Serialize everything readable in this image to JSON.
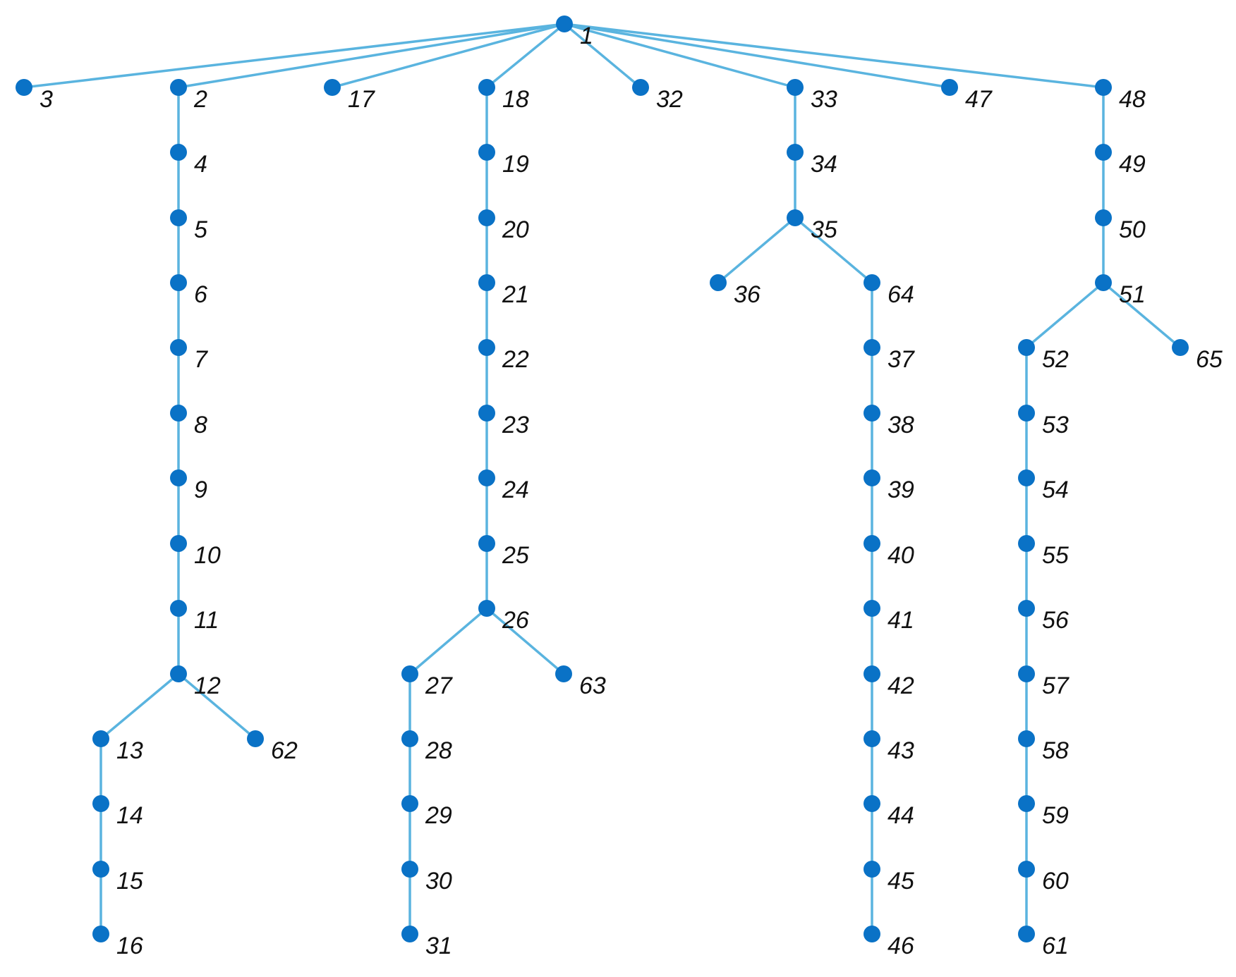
{
  "tree": {
    "root": "1",
    "edges": [
      [
        "1",
        "3"
      ],
      [
        "1",
        "2"
      ],
      [
        "1",
        "17"
      ],
      [
        "1",
        "18"
      ],
      [
        "1",
        "32"
      ],
      [
        "1",
        "33"
      ],
      [
        "1",
        "47"
      ],
      [
        "1",
        "48"
      ],
      [
        "2",
        "4"
      ],
      [
        "4",
        "5"
      ],
      [
        "5",
        "6"
      ],
      [
        "6",
        "7"
      ],
      [
        "7",
        "8"
      ],
      [
        "8",
        "9"
      ],
      [
        "9",
        "10"
      ],
      [
        "10",
        "11"
      ],
      [
        "11",
        "12"
      ],
      [
        "12",
        "13"
      ],
      [
        "12",
        "62"
      ],
      [
        "13",
        "14"
      ],
      [
        "14",
        "15"
      ],
      [
        "15",
        "16"
      ],
      [
        "18",
        "19"
      ],
      [
        "19",
        "20"
      ],
      [
        "20",
        "21"
      ],
      [
        "21",
        "22"
      ],
      [
        "22",
        "23"
      ],
      [
        "23",
        "24"
      ],
      [
        "24",
        "25"
      ],
      [
        "25",
        "26"
      ],
      [
        "26",
        "27"
      ],
      [
        "26",
        "63"
      ],
      [
        "27",
        "28"
      ],
      [
        "28",
        "29"
      ],
      [
        "29",
        "30"
      ],
      [
        "30",
        "31"
      ],
      [
        "33",
        "34"
      ],
      [
        "34",
        "35"
      ],
      [
        "35",
        "36"
      ],
      [
        "35",
        "64"
      ],
      [
        "64",
        "37"
      ],
      [
        "37",
        "38"
      ],
      [
        "38",
        "39"
      ],
      [
        "39",
        "40"
      ],
      [
        "40",
        "41"
      ],
      [
        "41",
        "42"
      ],
      [
        "42",
        "43"
      ],
      [
        "43",
        "44"
      ],
      [
        "44",
        "45"
      ],
      [
        "45",
        "46"
      ],
      [
        "48",
        "49"
      ],
      [
        "49",
        "50"
      ],
      [
        "50",
        "51"
      ],
      [
        "51",
        "52"
      ],
      [
        "51",
        "65"
      ],
      [
        "52",
        "53"
      ],
      [
        "53",
        "54"
      ],
      [
        "54",
        "55"
      ],
      [
        "55",
        "56"
      ],
      [
        "56",
        "57"
      ],
      [
        "57",
        "58"
      ],
      [
        "58",
        "59"
      ],
      [
        "59",
        "60"
      ],
      [
        "60",
        "61"
      ]
    ],
    "colors": {
      "edge": "#5ab4df",
      "node": "#0a72c6",
      "label": "#111111"
    }
  }
}
